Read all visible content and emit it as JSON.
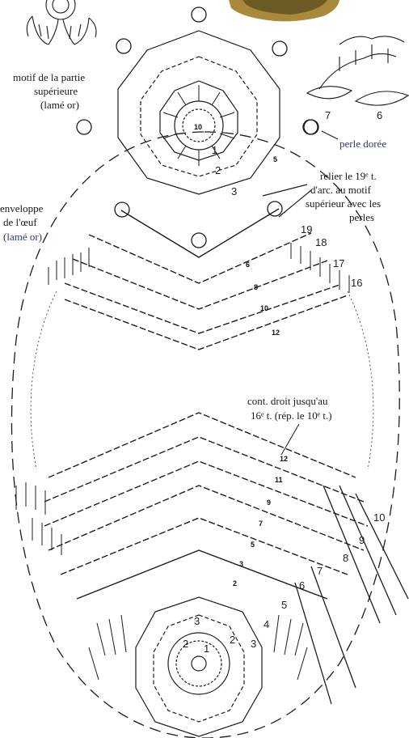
{
  "labels": {
    "motif_title": [
      "motif de la partie",
      "supérieure",
      "(lamé or)"
    ],
    "perle": "perle dorée",
    "relier": [
      "relier le 19ᵉ t.",
      "d'arc. au motif",
      "supérieur avec les",
      "perles"
    ],
    "enveloppe": [
      "enveloppe",
      "de l'œuf",
      "(lamé or)"
    ],
    "cont": [
      "cont. droit jusqu'au",
      "16ᵉ t. (rép. le 10ᵉ t.)"
    ]
  },
  "row_numbers_top": [
    "10",
    "1",
    "2",
    "3",
    "5",
    "6",
    "8",
    "10",
    "12"
  ],
  "row_numbers_right": [
    "19",
    "18",
    "17",
    "16"
  ],
  "row_numbers_bottom": [
    "12",
    "11",
    "9",
    "7",
    "5",
    "3",
    "2"
  ],
  "row_numbers_bottom_right": [
    "10",
    "9",
    "8",
    "7",
    "6",
    "5",
    "4",
    "3",
    "2"
  ],
  "row_numbers_center_bottom": [
    "3",
    "2",
    "1"
  ],
  "row_numbers_inset": [
    "7",
    "6"
  ],
  "colors": {
    "ink": "#1c1c1c",
    "label_blue": "#2a3a7a",
    "rock": "#a88a3a"
  }
}
